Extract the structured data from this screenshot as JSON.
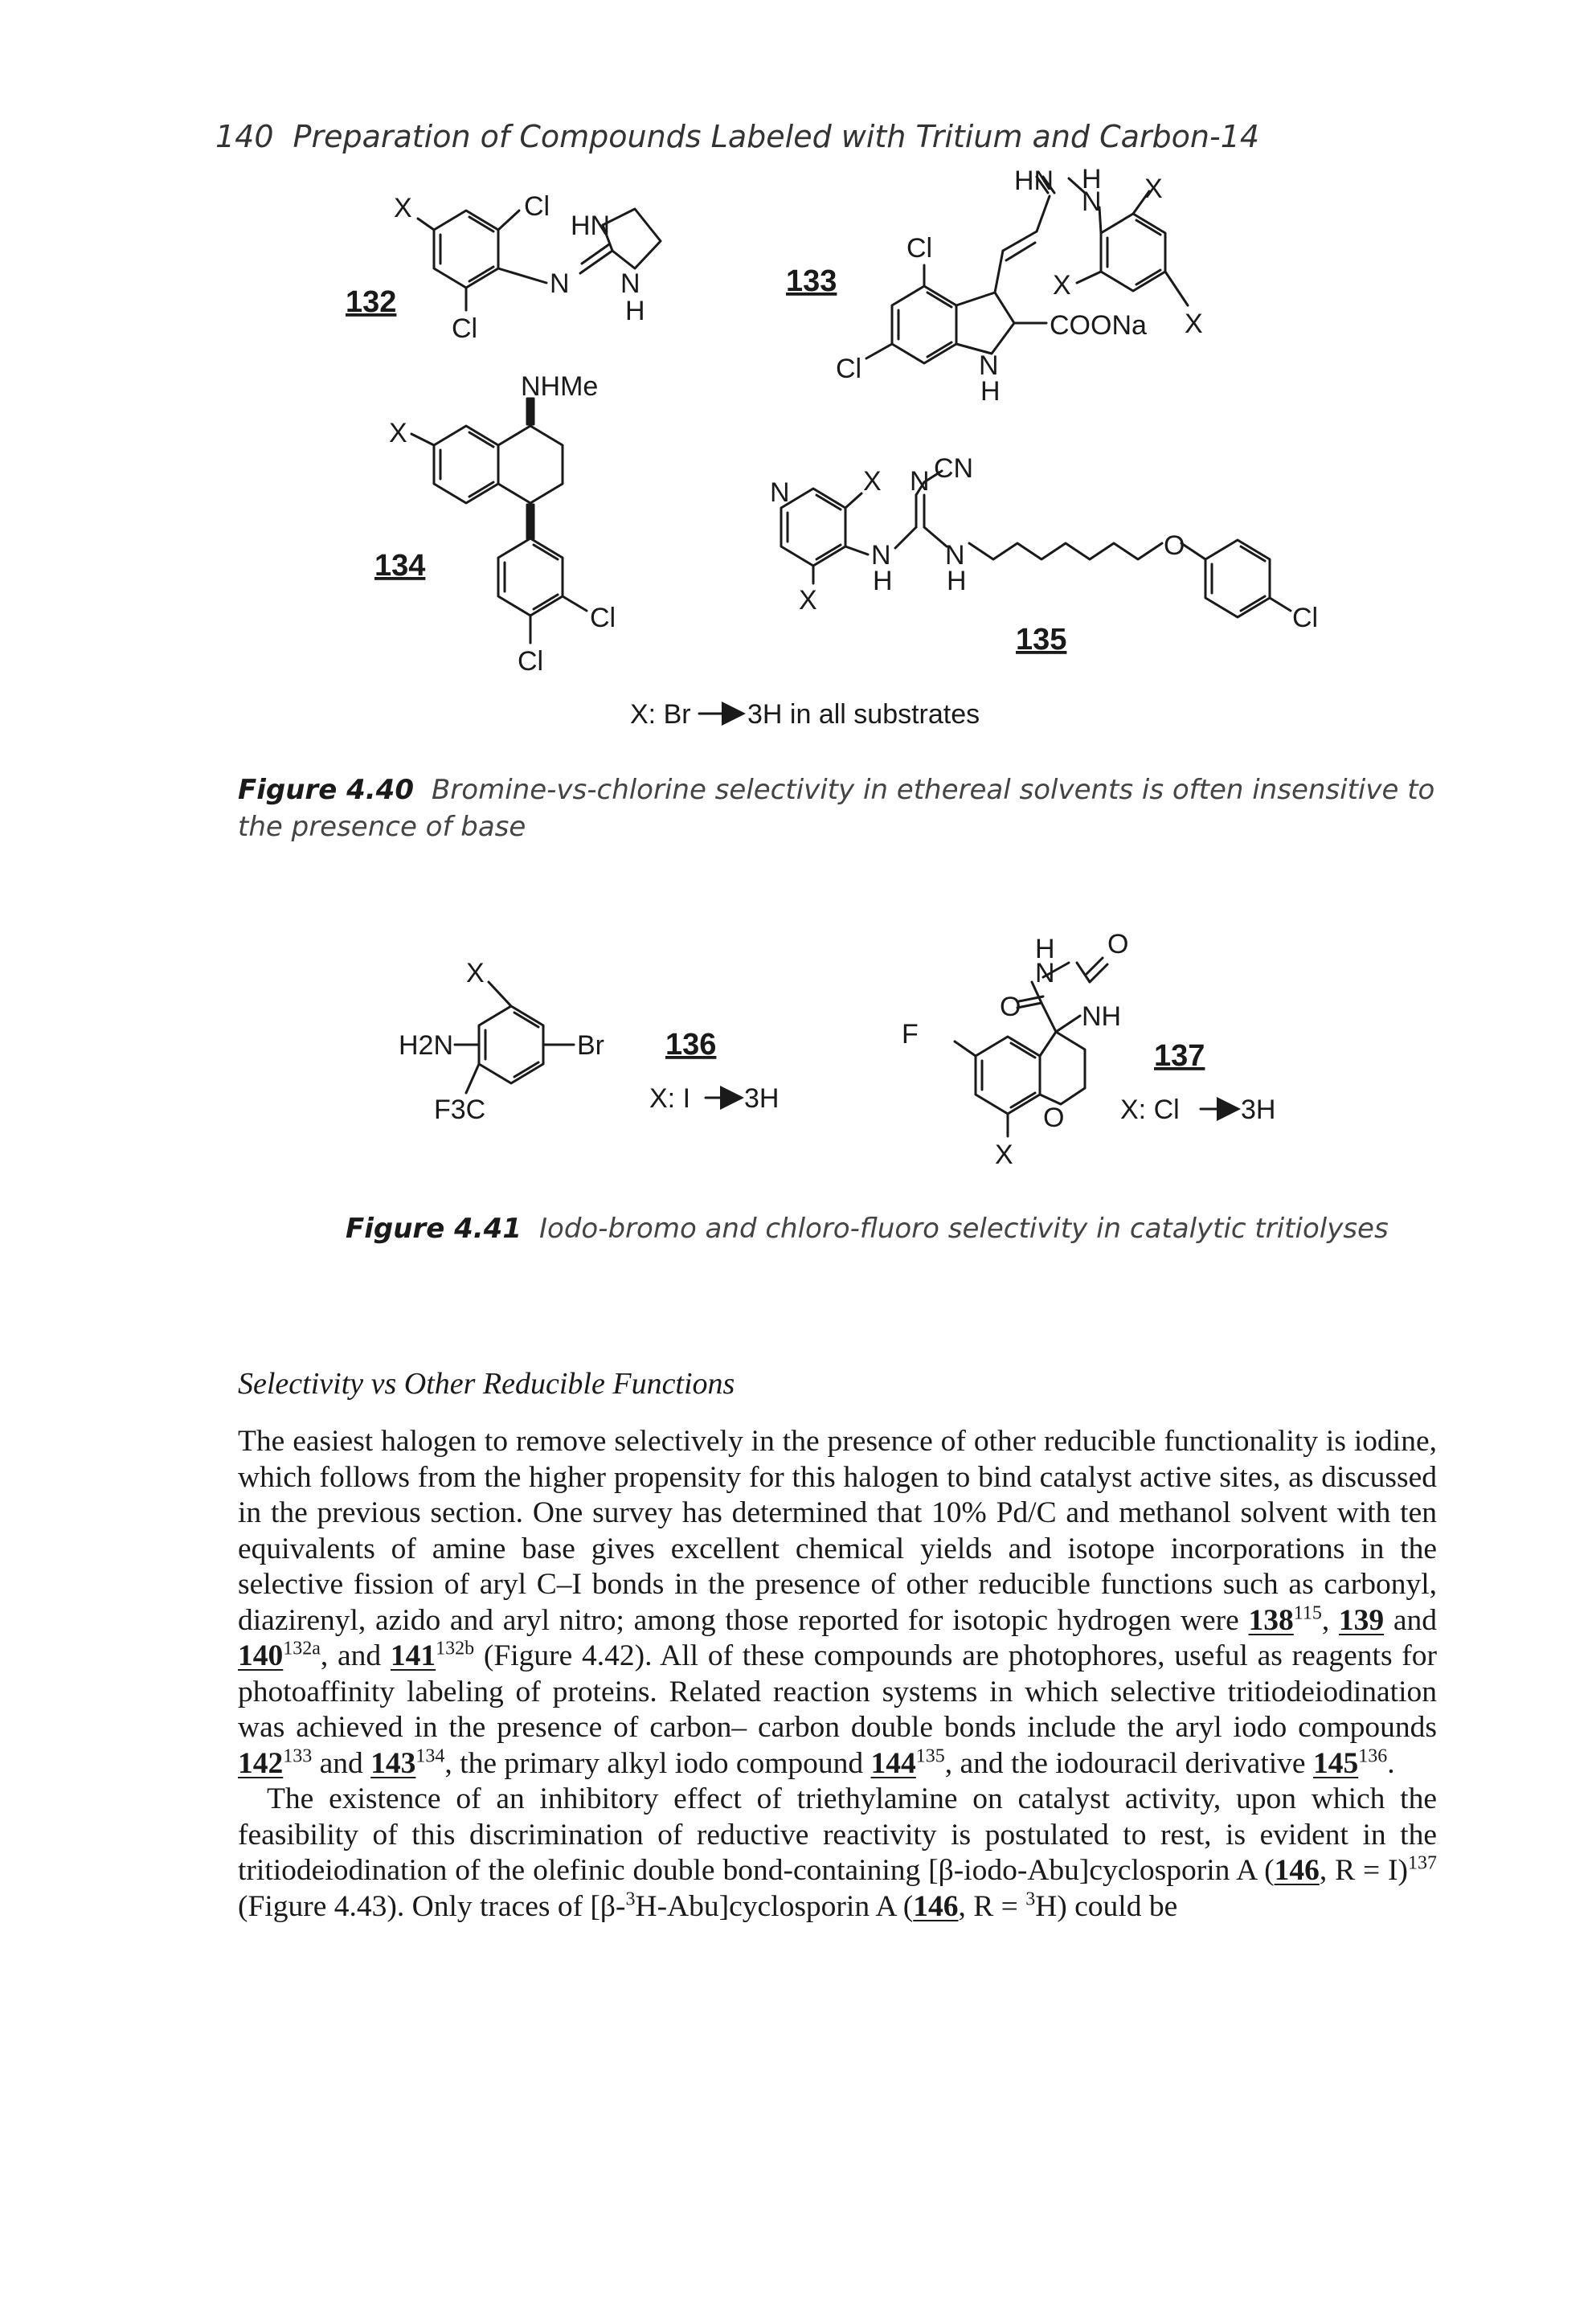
{
  "header": {
    "page_number": "140",
    "title": "Preparation of Compounds Labeled with Tritium and Carbon-14"
  },
  "figure_4_40": {
    "compounds": {
      "c132": "132",
      "c133": "133",
      "c134": "134",
      "c135": "135"
    },
    "labels": {
      "x": "X",
      "cl": "Cl",
      "hn": "HN",
      "n": "N",
      "h": "H",
      "o": "O",
      "nhme": "NHMe",
      "coona": "COONa",
      "cn": "CN"
    },
    "note": "X: Br",
    "note_suffix": "3H in all substrates",
    "caption_label": "Figure 4.40",
    "caption_text": "Bromine-vs-chlorine selectivity in ethereal solvents is often insensitive to the presence of base"
  },
  "figure_4_41": {
    "compounds": {
      "c136": "136",
      "c137": "137"
    },
    "labels": {
      "h2n": "H2N",
      "br": "Br",
      "f3c": "F3C",
      "f": "F",
      "nh": "NH"
    },
    "x136": "X: I",
    "x136_suffix": "3H",
    "x137": "X: Cl",
    "x137_suffix": "3H",
    "caption_label": "Figure 4.41",
    "caption_text": "Iodo-bromo and chloro-fluoro selectivity in catalytic tritiolyses"
  },
  "section": {
    "heading": "Selectivity vs Other Reducible Functions"
  },
  "paragraphs": {
    "p1": {
      "a": "The easiest halogen to remove selectively in the presence of other reducible functionality is iodine, which follows from the higher propensity for this halogen to bind catalyst active sites, as discussed in the previous section. One survey has determined that 10% Pd/C and methanol solvent with ten equivalents of amine base gives excellent chemical yields and isotope incorporations in the selective fission of aryl C–I bonds in the presence of other reducible functions such as carbonyl, diazirenyl, azido and aryl nitro; among those reported for isotopic hydrogen were ",
      "c138": "138",
      "r138": "115",
      "s1": ", ",
      "c139": "139",
      "s2": " and ",
      "c140": "140",
      "r140": "132a",
      "s3": ", and ",
      "c141": "141",
      "r141": "132b",
      "b": " (Figure 4.42). All of these compounds are photophores, useful as reagents for photoaffinity labeling of proteins. Related reaction systems in which selective tritiodeiodination was achieved in the presence of carbon– carbon double bonds include the aryl iodo compounds ",
      "c142": "142",
      "r142": "133",
      "s4": " and ",
      "c143": "143",
      "r143": "134",
      "s5": ", the primary alkyl iodo compound ",
      "c144": "144",
      "r144": "135",
      "s6": ", and the iodouracil derivative ",
      "c145": "145",
      "r145": "136",
      "s7": "."
    },
    "p2": {
      "a": "The existence of an inhibitory effect of triethylamine on catalyst activity, upon which the feasibility of this discrimination of reductive reactivity is postulated to rest, is evident in the tritiodeiodination of the olefinic double bond-containing [β-iodo-Abu]cyclosporin A (",
      "c146a": "146",
      "b": ", R = I)",
      "r137": "137",
      "c": " (Figure 4.43). Only traces of [β-",
      "sup3": "3",
      "d": "H-Abu]cyclosporin A (",
      "c146b": "146",
      "e": ", R = ",
      "sup3b": "3",
      "f": "H) could be"
    }
  }
}
